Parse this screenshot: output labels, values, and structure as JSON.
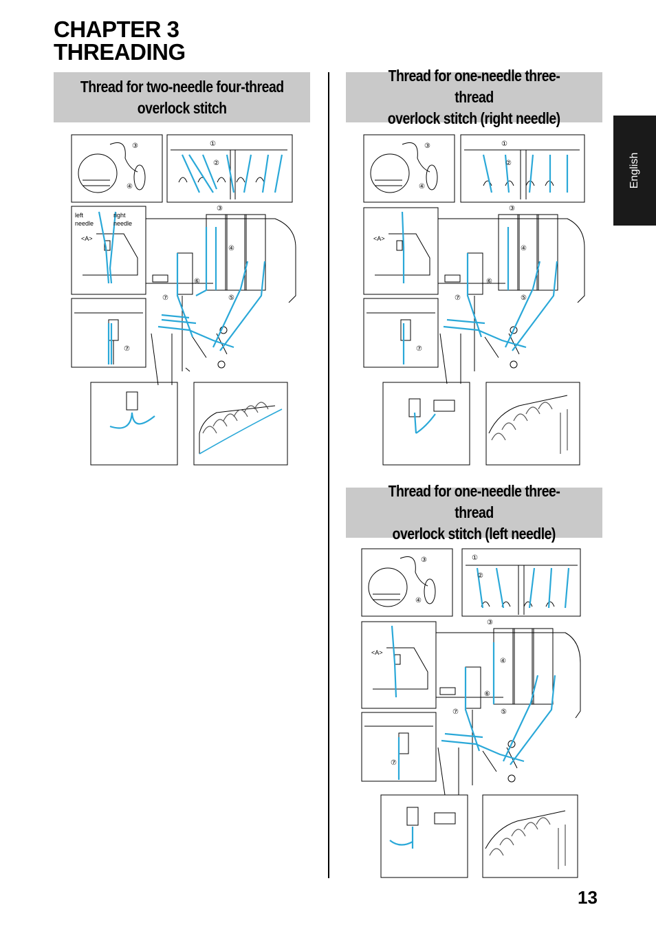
{
  "chapter": {
    "line1": "CHAPTER 3",
    "line2": "THREADING"
  },
  "sections": {
    "four_thread": {
      "line1": "Thread for two-needle four-thread",
      "line2": "overlock stitch"
    },
    "right_needle": {
      "line1": "Thread for one-needle three-thread",
      "line2": "overlock stitch (right needle)"
    },
    "left_needle": {
      "line1": "Thread for one-needle three-thread",
      "line2": "overlock stitch (left needle)"
    }
  },
  "labels": {
    "n1": "①",
    "n2": "②",
    "n3": "③",
    "n4": "④",
    "n5": "⑤",
    "n6": "⑥",
    "n7": "⑦",
    "left_needle_1": "left",
    "left_needle_2": "needle",
    "right_needle_1": "right",
    "right_needle_2": "needle",
    "tension_a": "<A>"
  },
  "language_tab": "English",
  "page_number": "13",
  "colors": {
    "thread": "#2aa8d8",
    "header_bg": "#c9c9c9",
    "tab_bg": "#1a1a1a"
  }
}
